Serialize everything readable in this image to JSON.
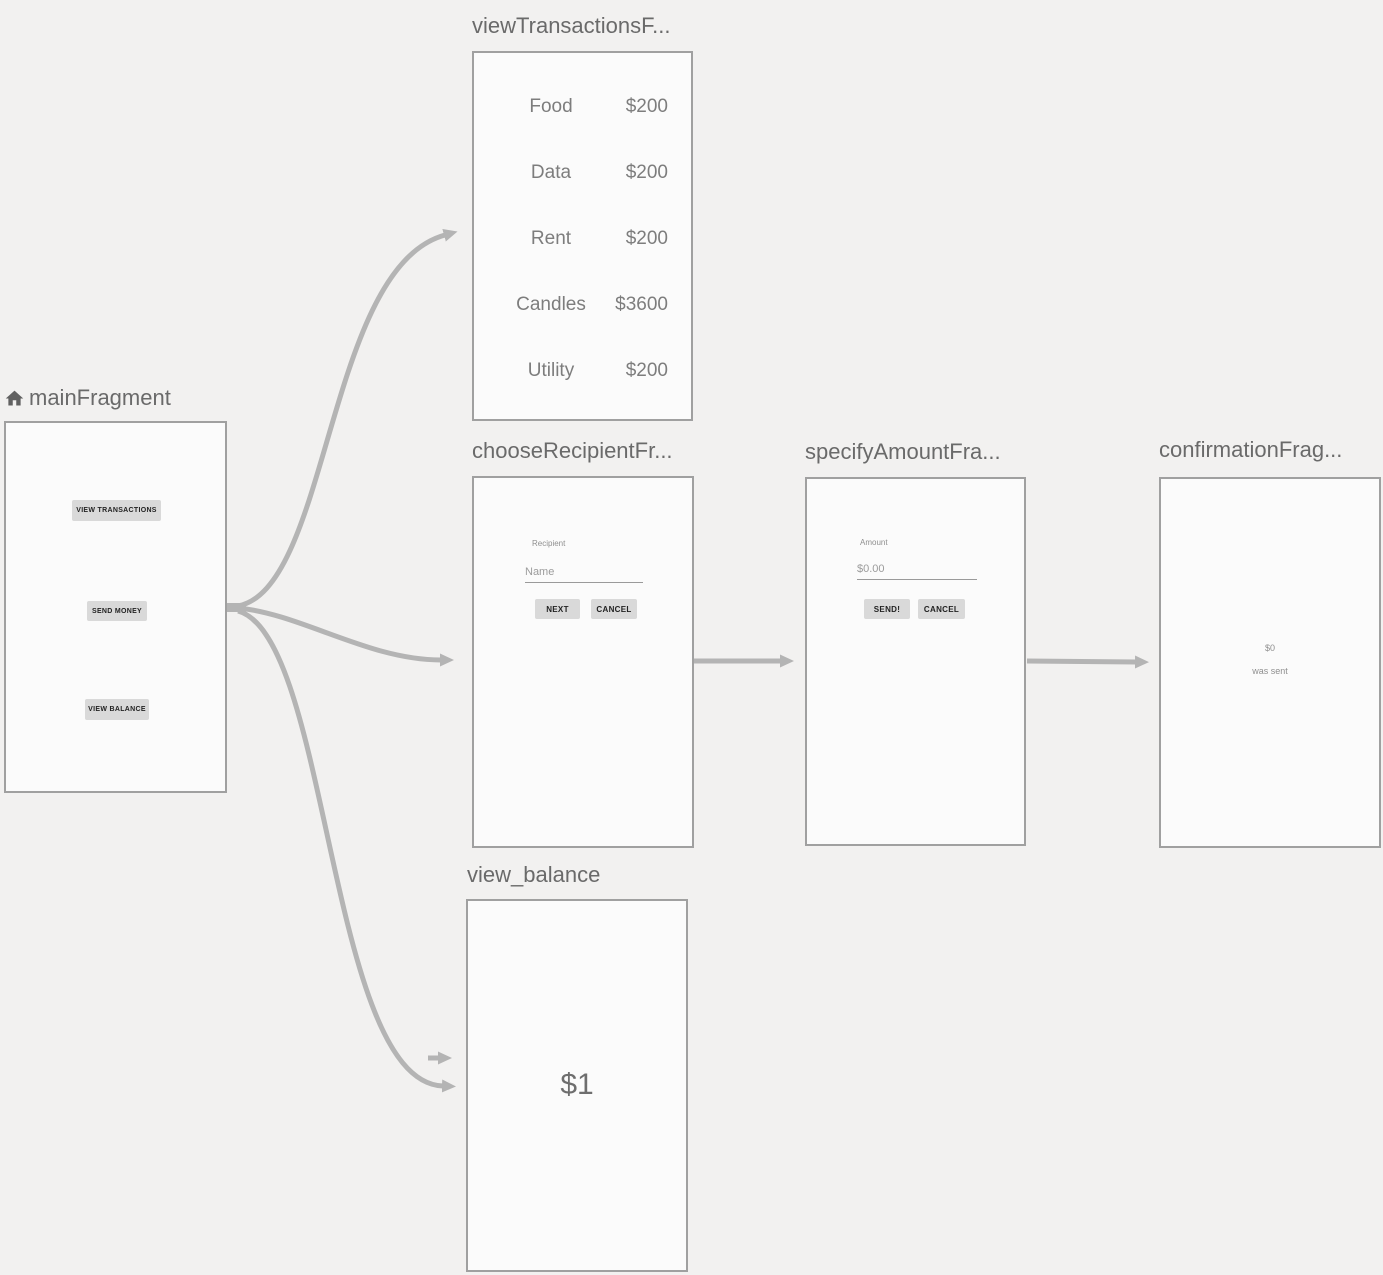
{
  "colors": {
    "canvas_background": "#f2f1f0",
    "fragment_background": "#fbfbfb",
    "fragment_border": "#a0a0a0",
    "title_text": "#6a6a6a",
    "arrow": "#b4b4b4",
    "button_background": "#d9d9d9",
    "button_text": "#222222",
    "list_text": "#7d7d7d",
    "hint_text": "#9b9b9b",
    "label_text": "#8f8f8f",
    "underline": "#9a9a9a",
    "icon": "#616161",
    "balance_text": "#6e6e6e"
  },
  "fragments": {
    "main": {
      "title": "mainFragment",
      "icon": "home-icon",
      "buttons": {
        "view_transactions": "VIEW TRANSACTIONS",
        "send_money": "SEND MONEY",
        "view_balance": "VIEW BALANCE"
      }
    },
    "viewTransactions": {
      "title": "viewTransactionsF...",
      "transactions": [
        {
          "label": "Food",
          "amount": "$200"
        },
        {
          "label": "Data",
          "amount": "$200"
        },
        {
          "label": "Rent",
          "amount": "$200"
        },
        {
          "label": "Candles",
          "amount": "$3600"
        },
        {
          "label": "Utility",
          "amount": "$200"
        }
      ]
    },
    "chooseRecipient": {
      "title": "chooseRecipientFr...",
      "field_label": "Recipient",
      "field_hint": "Name",
      "next_button": "NEXT",
      "cancel_button": "CANCEL"
    },
    "specifyAmount": {
      "title": "specifyAmountFra...",
      "field_label": "Amount",
      "field_hint": "$0.00",
      "send_button": "SEND!",
      "cancel_button": "CANCEL"
    },
    "confirmation": {
      "title": "confirmationFrag...",
      "amount": "$0",
      "message": "was sent"
    },
    "viewBalance": {
      "title": "view_balance",
      "balance": "$1"
    }
  },
  "actions": [
    {
      "from": "mainFragment",
      "to": "viewTransactionsF..."
    },
    {
      "from": "mainFragment",
      "to": "chooseRecipientFr..."
    },
    {
      "from": "mainFragment",
      "to": "view_balance"
    },
    {
      "from": "chooseRecipientFr...",
      "to": "specifyAmountFra..."
    },
    {
      "from": "specifyAmountFra...",
      "to": "confirmationFrag..."
    },
    {
      "to": "view_balance"
    }
  ]
}
